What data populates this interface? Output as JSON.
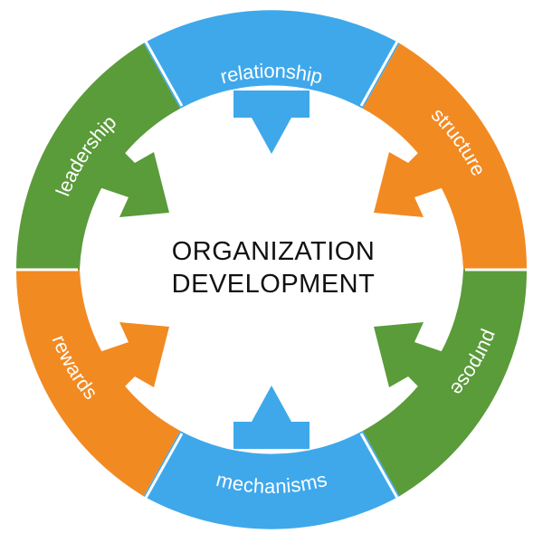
{
  "diagram": {
    "center": {
      "line1": "ORGANIZATION",
      "line2": "DEVELOPMENT"
    },
    "colors": {
      "blue": "#3fa8eb",
      "orange": "#f28a22",
      "green": "#5a9b3a",
      "center": "#ffffff",
      "text": "#111111"
    },
    "segments": [
      {
        "label": "relationship",
        "color": "blue"
      },
      {
        "label": "structure",
        "color": "orange"
      },
      {
        "label": "purpose",
        "color": "green"
      },
      {
        "label": "mechanisms",
        "color": "blue"
      },
      {
        "label": "rewards",
        "color": "orange"
      },
      {
        "label": "leadership",
        "color": "green"
      }
    ]
  }
}
